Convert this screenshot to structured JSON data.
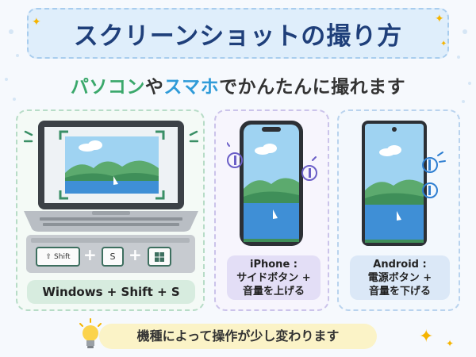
{
  "title": "スクリーンショットの撮り方",
  "subtitle": {
    "pc": "パソコン",
    "ya": "や",
    "sp": "スマホ",
    "rest": "でかんたんに撮れます"
  },
  "pc": {
    "shortcut": "Windows + Shift + S",
    "keys": {
      "shift": "Shift",
      "s": "S",
      "plus": "+"
    }
  },
  "iphone": {
    "line1": "iPhone :",
    "line2": "サイドボタン +",
    "line3": "音量を上げる"
  },
  "android": {
    "line1": "Android :",
    "line2": "電源ボタン +",
    "line3": "音量を下げる"
  },
  "note": "機種によって操作が少し変わります",
  "colors": {
    "title": "#1f3f7a",
    "pc_accent": "#3aa86b",
    "sp_accent": "#2f9bd8",
    "iphone_highlight": "#6b5fc7",
    "android_highlight": "#2f7fd1"
  }
}
